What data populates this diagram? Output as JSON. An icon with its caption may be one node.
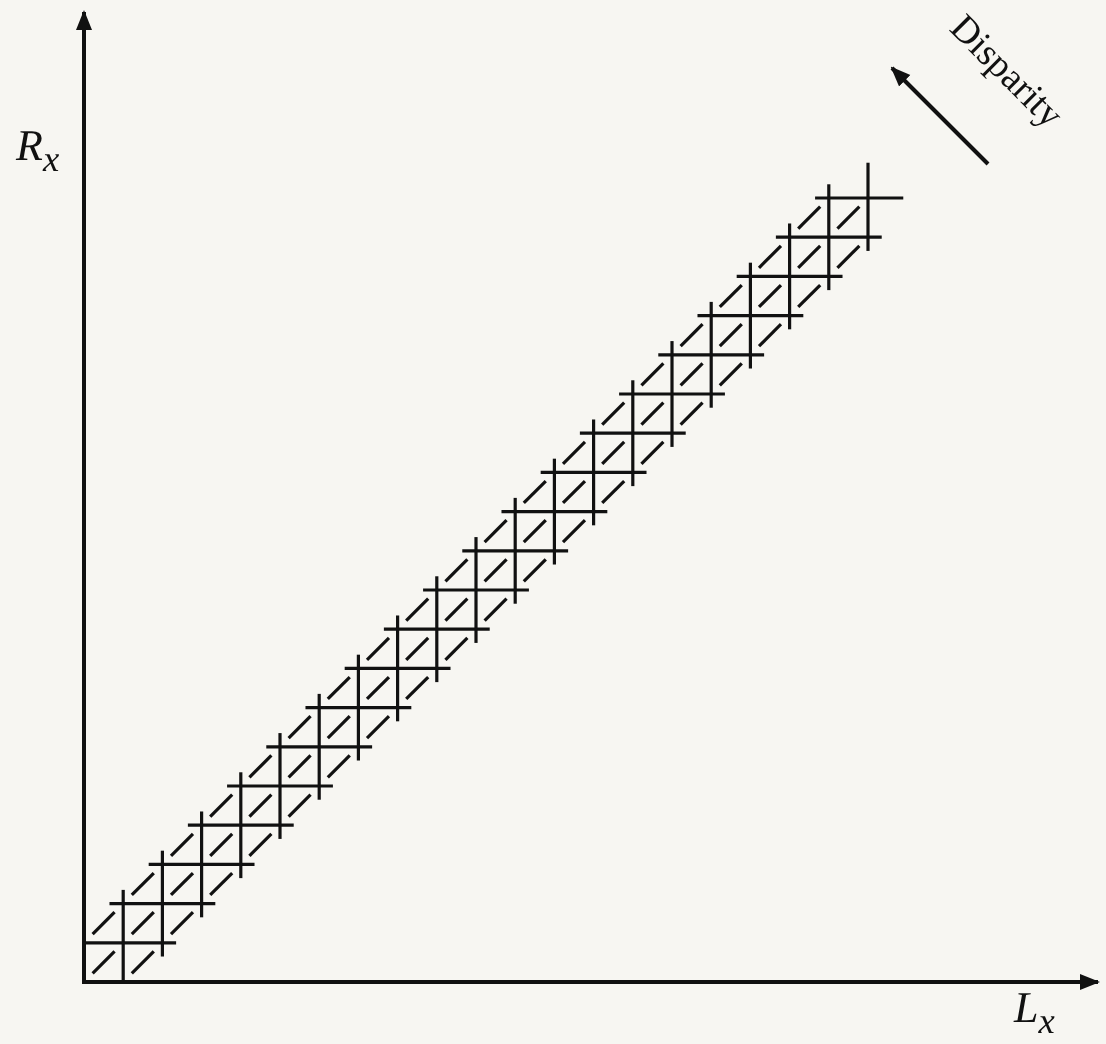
{
  "diagram": {
    "labels": [
      "R$_{x}$",
      "Disparity",
      "L$_{x}$"
    ]
  }
}
